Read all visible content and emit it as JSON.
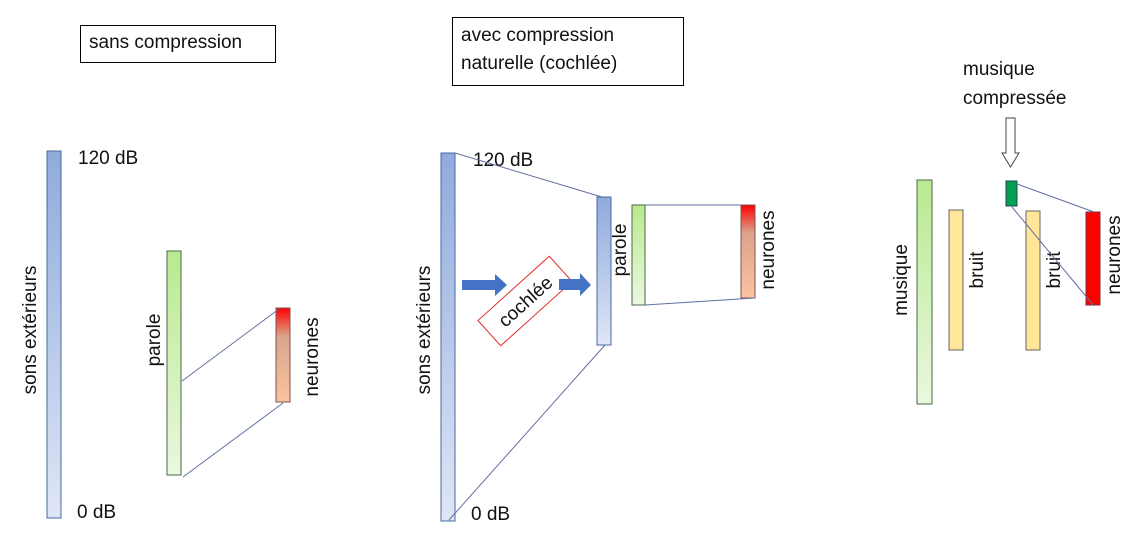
{
  "panel1": {
    "title": "sans compression",
    "sounds_label": "sons extérieurs",
    "top_level": "120 dB",
    "bottom_level": "0 dB",
    "speech_label": "parole",
    "neurons_label": "neurones"
  },
  "panel2": {
    "title_line1": "avec compression",
    "title_line2": "naturelle (cochlée)",
    "sounds_label": "sons extérieurs",
    "top_level": "120 dB",
    "bottom_level": "0 dB",
    "cochlea_label": "cochlée",
    "speech_label": "parole",
    "neurons_label": "neurones"
  },
  "panel3": {
    "title_line1": "musique",
    "title_line2": "compressée",
    "music_label": "musique",
    "noise_label_1": "bruit",
    "noise_label_2": "bruit",
    "neurons_label": "neurones"
  },
  "colors": {
    "blue_bar": "#8faadc",
    "green_bar": "#b9e98f",
    "noise_bar": "#ffe699",
    "red": "#ff0000",
    "dark_green": "#00a050",
    "arrow": "#4472c4",
    "cochlea_border": "#e03030"
  }
}
